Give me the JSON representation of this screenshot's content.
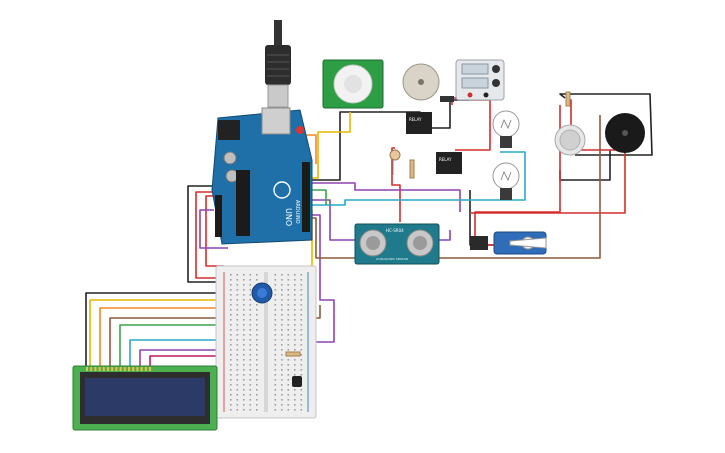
{
  "circuit": {
    "components": [
      {
        "id": "arduino",
        "kind": "arduino-uno"
      },
      {
        "id": "usb-cable",
        "kind": "usb-cable"
      },
      {
        "id": "pir-sensor",
        "kind": "pir-motion-sensor"
      },
      {
        "id": "dc-motor",
        "kind": "dc-motor"
      },
      {
        "id": "power-supply",
        "kind": "dc-power-supply"
      },
      {
        "id": "relay-1",
        "kind": "relay"
      },
      {
        "id": "relay-2",
        "kind": "relay"
      },
      {
        "id": "bulb-1",
        "kind": "light-bulb"
      },
      {
        "id": "bulb-2",
        "kind": "light-bulb"
      },
      {
        "id": "photoresistor",
        "kind": "photoresistor"
      },
      {
        "id": "gas-sensor",
        "kind": "gas-sensor"
      },
      {
        "id": "piezo-buzzer",
        "kind": "piezo-buzzer"
      },
      {
        "id": "ultrasonic-sensor",
        "kind": "ultrasonic-sensor"
      },
      {
        "id": "servo-motor",
        "kind": "micro-servo"
      },
      {
        "id": "breadboard",
        "kind": "half-breadboard"
      },
      {
        "id": "potentiometer",
        "kind": "potentiometer"
      },
      {
        "id": "lcd",
        "kind": "lcd-16x2"
      },
      {
        "id": "temperature-sensor",
        "kind": "temperature-sensor"
      }
    ],
    "labels": {
      "arduino_brand": "ARDUINO",
      "arduino_model": "UNO",
      "relay_1": "RELAY",
      "relay_2": "RELAY",
      "ultrasonic_name": "HC-SR04",
      "ultrasonic_caption": "ULTRASONIC SENSOR"
    },
    "colors": {
      "arduino": "#1f6fa8",
      "breadboard": "#eeeeee",
      "lcd_board": "#4caf50",
      "lcd_screen": "#2b3a67",
      "pir_board": "#2e9e45",
      "ultrasonic_board": "#1f7a8c",
      "servo": "#2f6db8",
      "wire_red": "#d32f2f",
      "wire_black": "#222222",
      "wire_yellow": "#e6b800",
      "wire_purple": "#8e44ad",
      "wire_cyan": "#29a9c9",
      "wire_brown": "#8d5a3b",
      "wire_orange": "#f08a24",
      "wire_green": "#3fa34d"
    }
  }
}
